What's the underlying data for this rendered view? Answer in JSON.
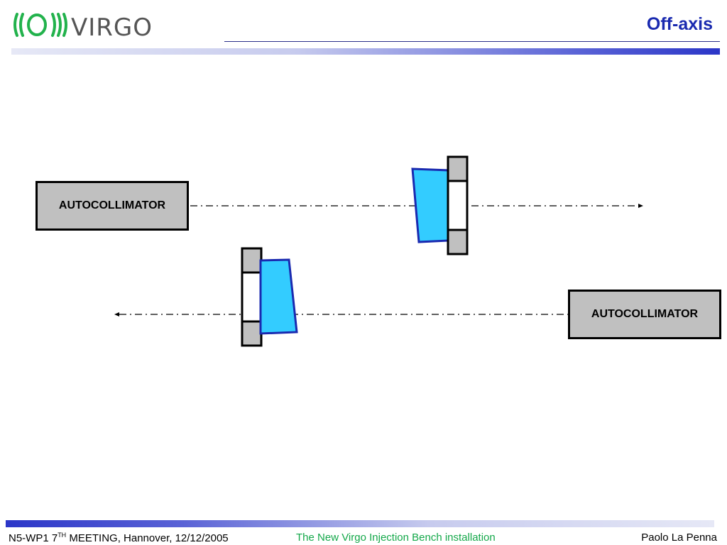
{
  "header": {
    "logo_text": "VIRGO",
    "title": "Off-axis"
  },
  "diagram": {
    "autocollimator_left_label": "AUTOCOLLIMATOR",
    "autocollimator_right_label": "AUTOCOLLIMATOR"
  },
  "footer": {
    "left_prefix": "N5-WP1 7",
    "left_sup": "TH",
    "left_suffix": " MEETING, Hannover, 12/12/2005",
    "center": "The New Virgo Injection Bench installation",
    "right": "Paolo La Penna"
  },
  "colors": {
    "title": "#1a2ab0",
    "logo_green": "#22b24c",
    "logo_gray": "#555555",
    "mirror_fill": "#33ccff",
    "mirror_stroke": "#1a2ab0",
    "mount_gray": "#c0c0c0",
    "footer_center": "#14a84a"
  }
}
